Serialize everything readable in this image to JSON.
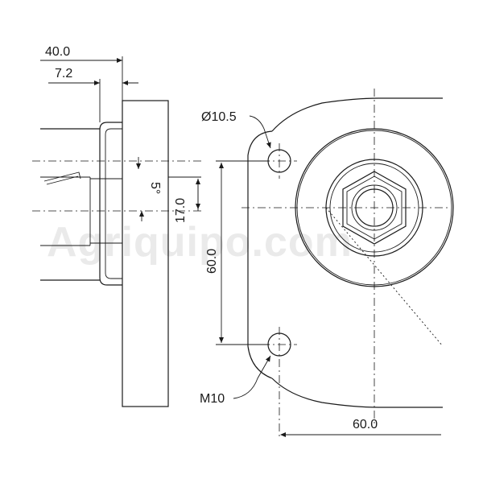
{
  "drawing": {
    "dimensions": {
      "overall_length": "40.0",
      "flange_offset": "7.2",
      "hole_diameter": "Ø10.5",
      "taper_angle": "5°",
      "shaft_offset": "17.0",
      "bolt_spacing_vertical": "60.0",
      "bolt_spacing_horizontal": "60.0",
      "thread": "M10"
    },
    "watermark": "Agriquipo.com",
    "colors": {
      "line": "#1a1a1a",
      "watermark": "#d9d9d9",
      "background": "#ffffff"
    }
  }
}
